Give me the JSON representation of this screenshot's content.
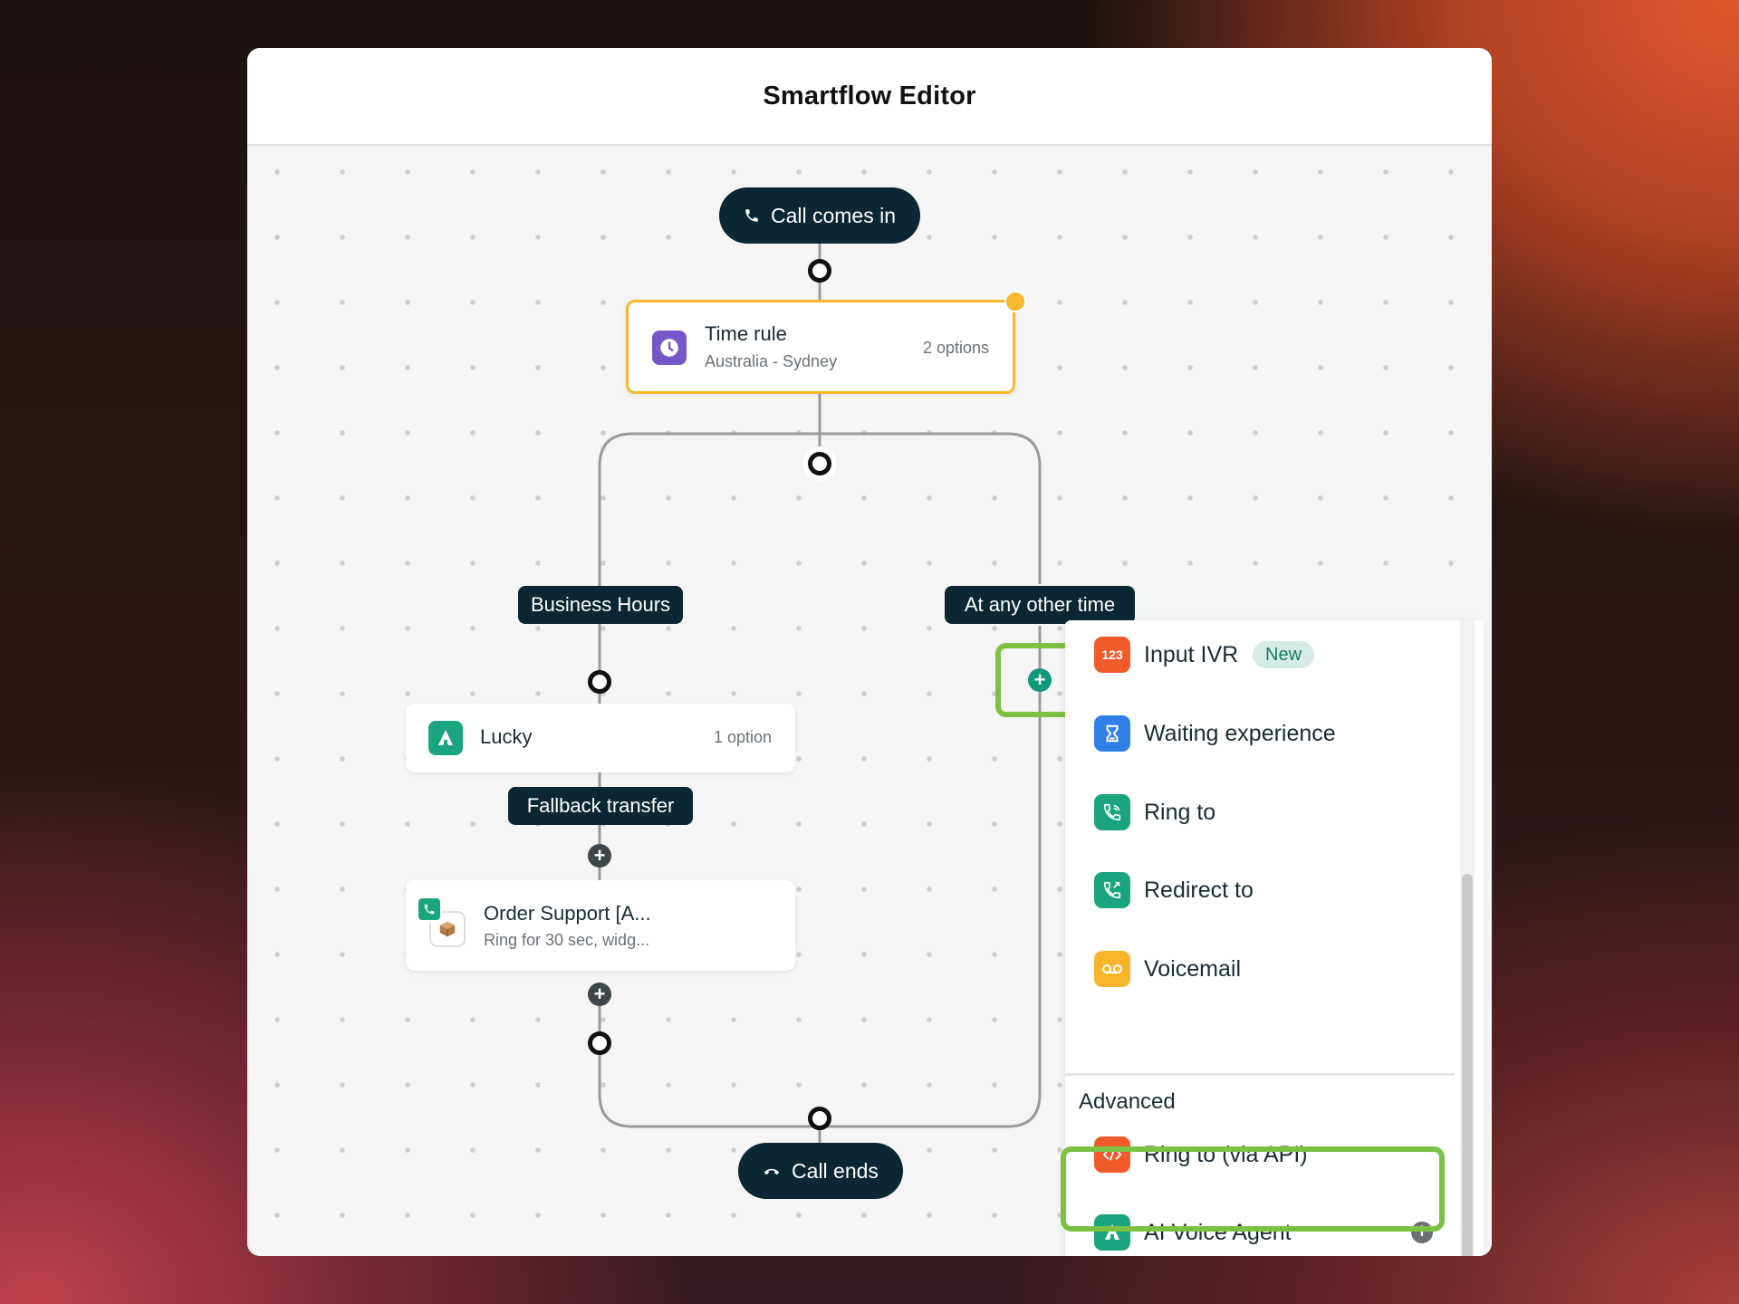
{
  "editor": {
    "title": "Smartflow Editor"
  },
  "flow": {
    "start_label": "Call comes in",
    "end_label": "Call ends",
    "time_rule": {
      "title": "Time rule",
      "subtitle": "Australia - Sydney",
      "meta": "2 options"
    },
    "branches": {
      "left": "Business Hours",
      "right": "At any other time"
    },
    "ai_node": {
      "title": "Lucky",
      "meta": "1 option"
    },
    "fallback_label": "Fallback transfer",
    "order_node": {
      "title": "Order Support [A...",
      "subtitle": "Ring for 30 sec, widg..."
    }
  },
  "menu": {
    "items": [
      {
        "label": "Input IVR",
        "badge": "New",
        "icon": "input-ivr-icon",
        "color": "#f15a2b"
      },
      {
        "label": "Waiting experience",
        "icon": "hourglass-icon",
        "color": "#2f7fe6"
      },
      {
        "label": "Ring to",
        "icon": "phone-ring-icon",
        "color": "#1aa57f"
      },
      {
        "label": "Redirect to",
        "icon": "phone-redirect-icon",
        "color": "#1aa57f"
      },
      {
        "label": "Voicemail",
        "icon": "voicemail-icon",
        "color": "#f7b52c"
      }
    ],
    "advanced_label": "Advanced",
    "advanced_items": [
      {
        "label": "Ring to (via API)",
        "icon": "code-icon",
        "color": "#f15a2b"
      },
      {
        "label": "AI Voice Agent",
        "icon": "ai-agent-icon",
        "color": "#1aa57f"
      }
    ],
    "ivr_icon_text": "123",
    "info_glyph": "i"
  },
  "colors": {
    "dark_navy": "#0b2733",
    "highlight_green": "#7cc142",
    "time_rule_border": "#f5b82e",
    "teal": "#0f9a7a"
  }
}
